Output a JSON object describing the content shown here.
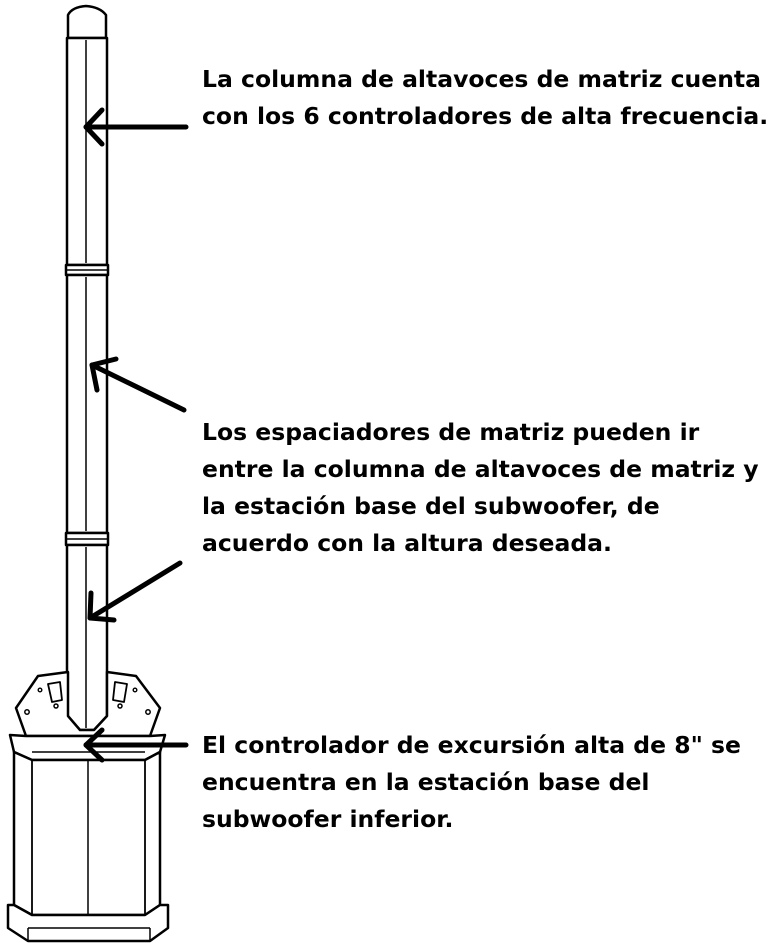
{
  "colors": {
    "ink": "#000000",
    "background": "#ffffff"
  },
  "callouts": [
    {
      "lines": [
        "La columna de altavoces de matriz cuenta",
        "con los 6 controladores de alta frecuencia."
      ]
    },
    {
      "lines": [
        "Los espaciadores de matriz pueden ir",
        "entre la columna de altavoces de matriz y",
        "la estación base del subwoofer, de",
        "acuerdo con la altura deseada."
      ]
    },
    {
      "lines": [
        "El controlador de excursión alta de 8\" se",
        "encuentra en la estación base del",
        "subwoofer inferior."
      ]
    }
  ]
}
